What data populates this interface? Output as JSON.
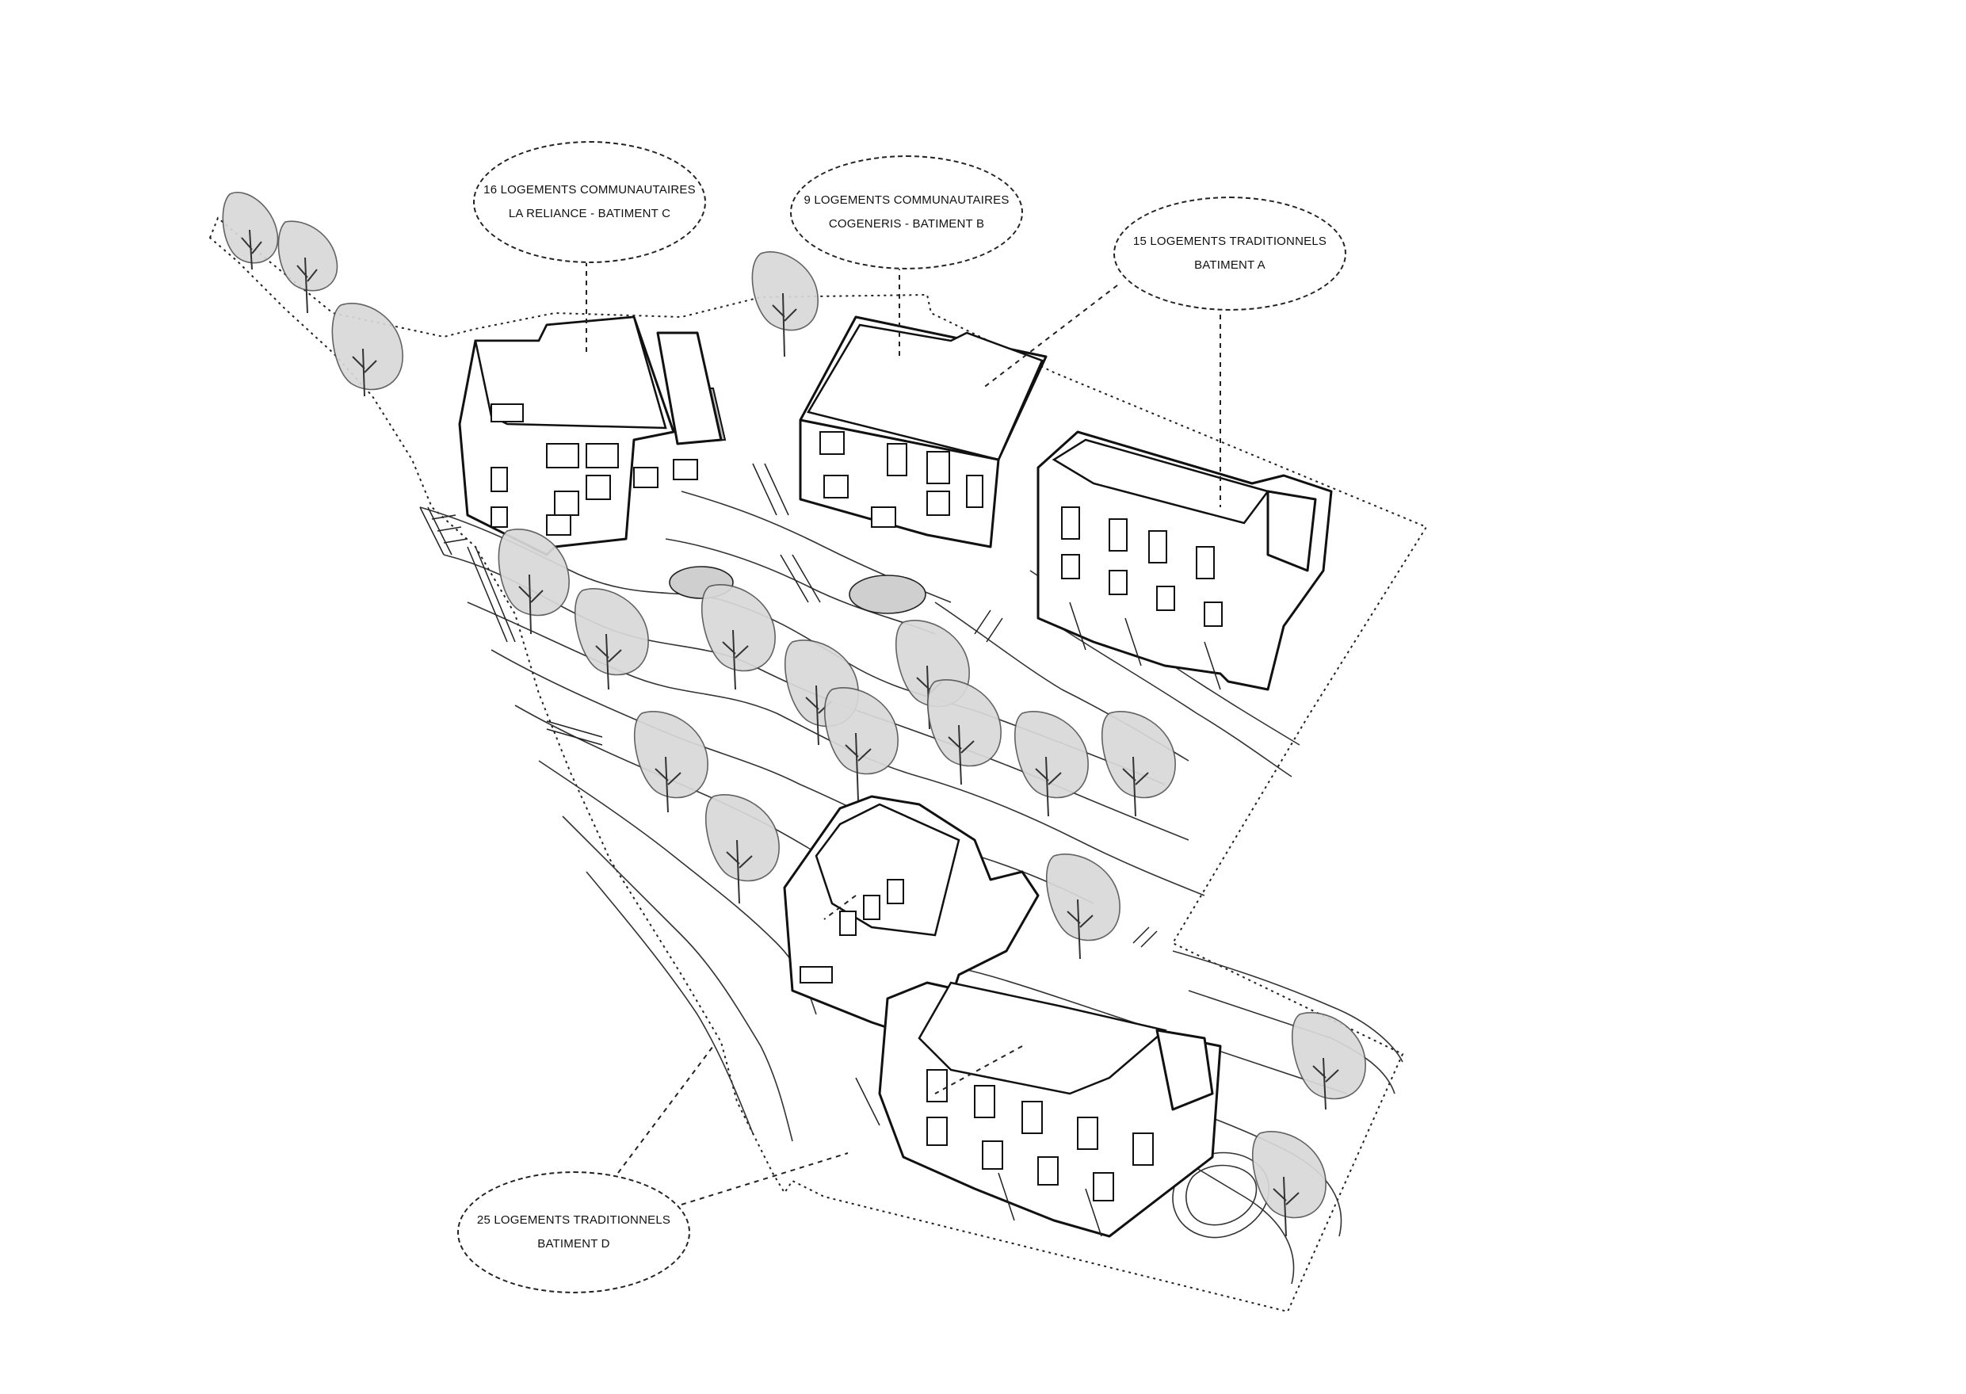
{
  "labels": {
    "batiment_c": {
      "line1": "16 LOGEMENTS COMMUNAUTAIRES",
      "line2": "LA RELIANCE - BATIMENT C"
    },
    "batiment_b": {
      "line1": "9 LOGEMENTS COMMUNAUTAIRES",
      "line2": "COGENERIS - BATIMENT B"
    },
    "batiment_a": {
      "line1": "15 LOGEMENTS TRADITIONNELS",
      "line2": "BATIMENT A"
    },
    "batiment_d": {
      "line1": "25 LOGEMENTS TRADITIONNELS",
      "line2": "BATIMENT D"
    }
  },
  "colors": {
    "line": "#111111",
    "tree_fill": "#d9d9d9",
    "plaza_fill": "#cfcfcf",
    "background": "#ffffff"
  }
}
